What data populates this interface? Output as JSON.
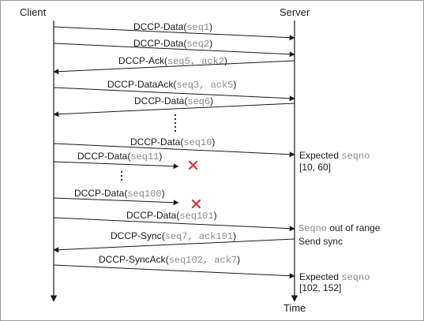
{
  "title": "",
  "actors": {
    "left": "Client",
    "right": "Server",
    "axis": "Time"
  },
  "messages": [
    {
      "dir": "right",
      "name": "DCCP-Data",
      "args": "seq1"
    },
    {
      "dir": "right",
      "name": "DCCP-Data",
      "args": "seq2"
    },
    {
      "dir": "left",
      "name": "DCCP-Ack",
      "args": "seq5, ack2"
    },
    {
      "dir": "right",
      "name": "DCCP-DataAck",
      "args": "seq3, ack5"
    },
    {
      "dir": "left",
      "name": "DCCP-Data",
      "args": "seq6"
    },
    {
      "dir": "right",
      "name": "DCCP-Data",
      "args": "seq10"
    },
    {
      "dir": "lost",
      "name": "DCCP-Data",
      "args": "seq11"
    },
    {
      "dir": "lost",
      "name": "DCCP-Data",
      "args": "seq100"
    },
    {
      "dir": "right",
      "name": "DCCP-Data",
      "args": "seq101"
    },
    {
      "dir": "left",
      "name": "DCCP-Sync",
      "args": "seq7, ack101"
    },
    {
      "dir": "right",
      "name": "DCCP-SyncAck",
      "args": "seq102, ack7"
    }
  ],
  "server_notes": {
    "expected_1": {
      "text": "Expected",
      "code": "seqno",
      "range": "[10, 60]"
    },
    "out_of_range": {
      "code": "Seqno",
      "text": "out of range"
    },
    "send_sync": "Send sync",
    "expected_2": {
      "text": "Expected",
      "code": "seqno",
      "range": "[102, 152]"
    }
  },
  "colors": {
    "line": "#1a1a1a",
    "arg": "#8a8a8a",
    "loss_mark": "#e0312b",
    "frame": "#999999"
  },
  "icons": {
    "loss": "cross-mark-icon",
    "gap": "vertical-ellipsis"
  }
}
